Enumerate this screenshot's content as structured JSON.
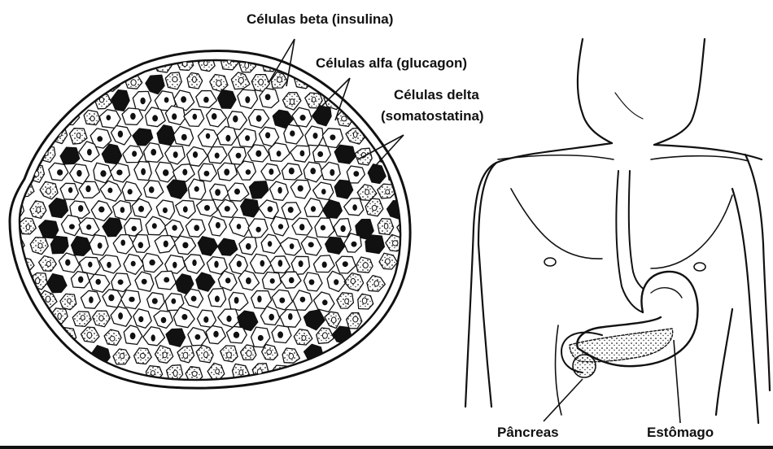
{
  "labels": {
    "beta": "Células beta (insulina)",
    "alpha": "Células alfa (glucagon)",
    "delta_line1": "Células delta",
    "delta_line2": "(somatostatina)",
    "pancreas": "Pâncreas",
    "stomach": "Estômago"
  },
  "colors": {
    "ink": "#111111",
    "cell_fill": "#ffffff",
    "alpha_cell_fill": "#111111",
    "background": "#ffffff"
  }
}
